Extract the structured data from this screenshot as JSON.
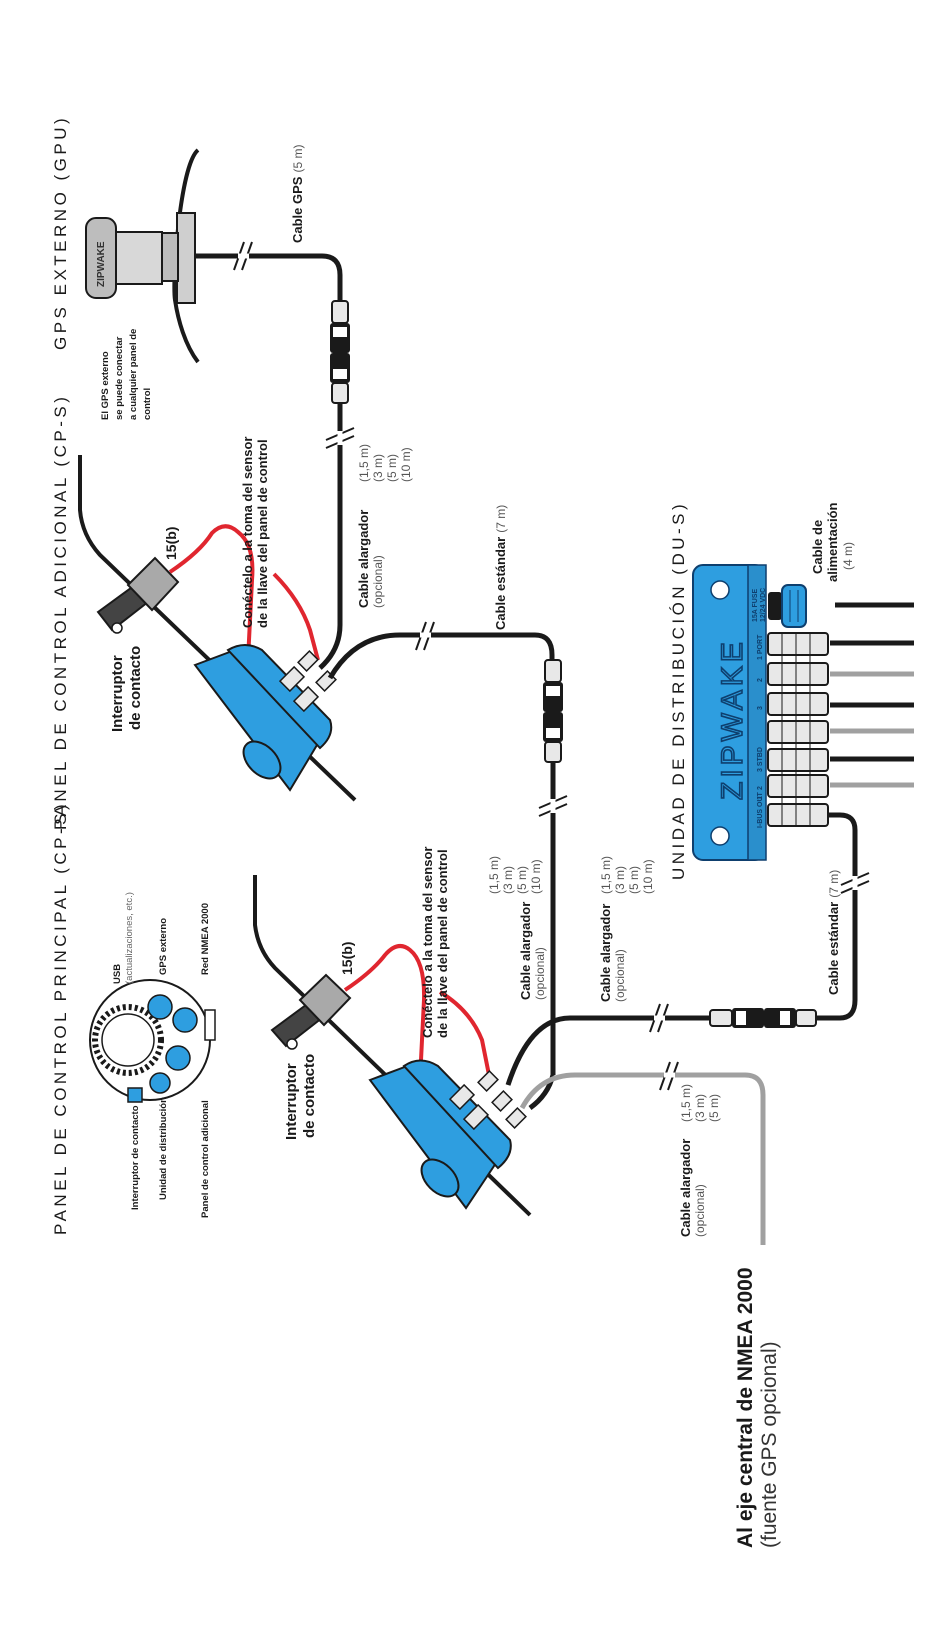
{
  "headings": {
    "gps": "GPS EXTERNO (GPU)",
    "cp_adicional": "PANEL DE CONTROL ADICIONAL (CP-S)",
    "cp_principal": "PANEL DE CONTROL PRINCIPAL (CP-S)",
    "distribucion": "UNIDAD DE DISTRIBUCIÓN (DU-S)"
  },
  "gps_note": [
    "El GPS externo",
    "se puede conectar",
    "a cualquier panel de",
    "control"
  ],
  "cable_gps": {
    "label": "Cable GPS",
    "length": "(5 m)"
  },
  "cable_alargador": "Cable alargador",
  "opcional": "(opcional)",
  "lengths_ext4": [
    "(1,5 m)",
    "(3 m)",
    "(5 m)",
    "(10 m)"
  ],
  "lengths_ext3": [
    "(1,5 m)",
    "(3 m)",
    "(5 m)"
  ],
  "cable_estandar": {
    "label": "Cable estándar",
    "length": "(7 m)"
  },
  "cable_alimentacion": {
    "line1": "Cable de",
    "line2": "alimentación",
    "length": "(4 m)"
  },
  "conectelo": [
    "Conéctelo a la toma del sensor",
    "de la llave del panel de control"
  ],
  "interruptor": [
    "Interruptor",
    "de contacto"
  ],
  "key_label": "15(b)",
  "panel_back_labels": {
    "interruptor": "Interruptor de contacto",
    "distribucion": "Unidad de distribución",
    "adicional": "Panel de control adicional",
    "usb": "USB",
    "usb_note": "(actualizaciones, etc.)",
    "gps": "GPS externo",
    "nmea": "Red NMEA 2000"
  },
  "nmea": {
    "title": "Al eje central de NMEA 2000",
    "subtitle": "(fuente GPS opcional)"
  },
  "du_ports": [
    "12/24 VDC",
    "15A FUSE",
    "1 PORT",
    "2",
    "3",
    "3 STBD",
    "2",
    "1",
    "I-BUS OUT"
  ],
  "logo": "ZIPWAKE",
  "colors": {
    "blue": "#2e9ee0",
    "dark_blue": "#0e3f6e",
    "red": "#e0262f",
    "gray_cable": "#a0a0a0",
    "cable": "#1a1a1a"
  }
}
